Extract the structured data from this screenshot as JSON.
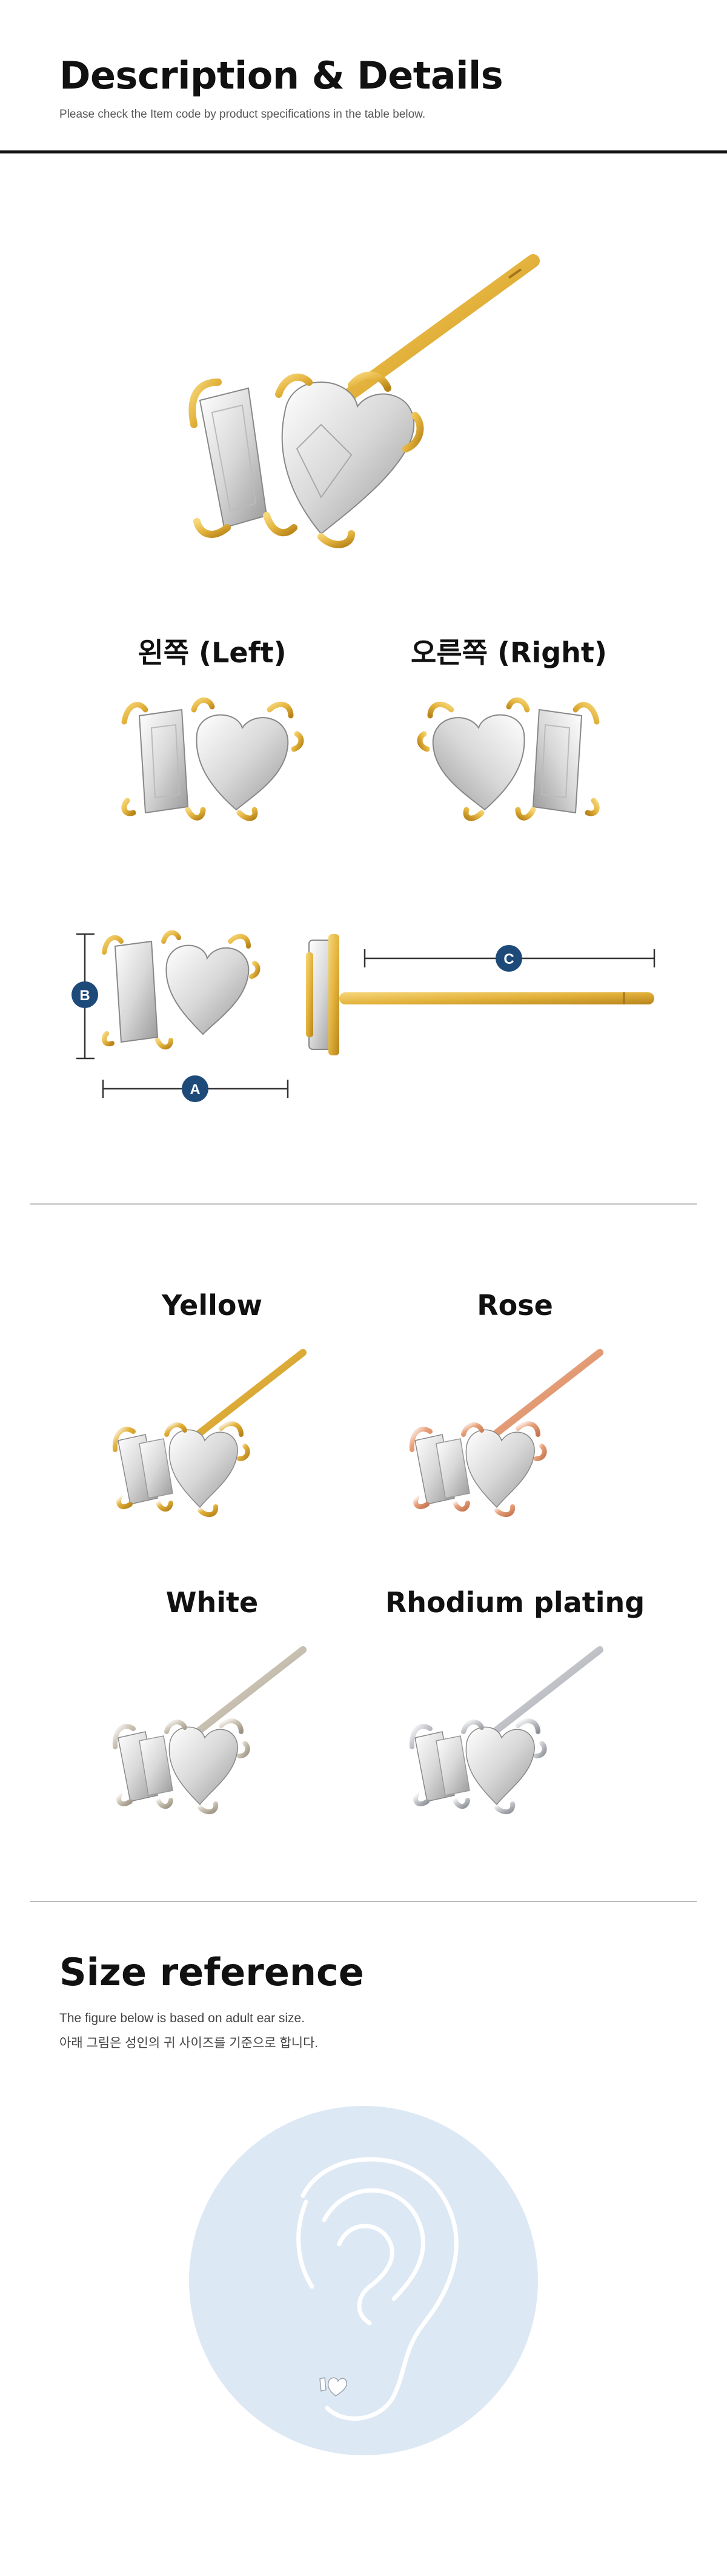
{
  "header": {
    "title": "Description & Details",
    "subtitle": "Please check the Item code by product specifications in the table below."
  },
  "views": {
    "left_label": "왼쪽 (Left)",
    "right_label": "오른쪽 (Right)"
  },
  "dimensions": {
    "a": "A",
    "b": "B",
    "c": "C",
    "badge_color": "#1e4a7a"
  },
  "colors": {
    "yellow": {
      "label": "Yellow",
      "metal": "#e3b23c",
      "metal_dark": "#b8841a"
    },
    "rose": {
      "label": "Rose",
      "metal": "#e9a27c",
      "metal_dark": "#c47650"
    },
    "white": {
      "label": "White",
      "metal": "#cfc7b8",
      "metal_dark": "#9b9384"
    },
    "rhodium": {
      "label": "Rhodium plating",
      "metal": "#c9cbd0",
      "metal_dark": "#8e9198"
    }
  },
  "size": {
    "title": "Size reference",
    "line1": "The figure below is based on adult ear size.",
    "line2": "아래 그림은 성인의 귀 사이즈를 기준으로 합니다.",
    "circle_color": "#dde8f5"
  }
}
